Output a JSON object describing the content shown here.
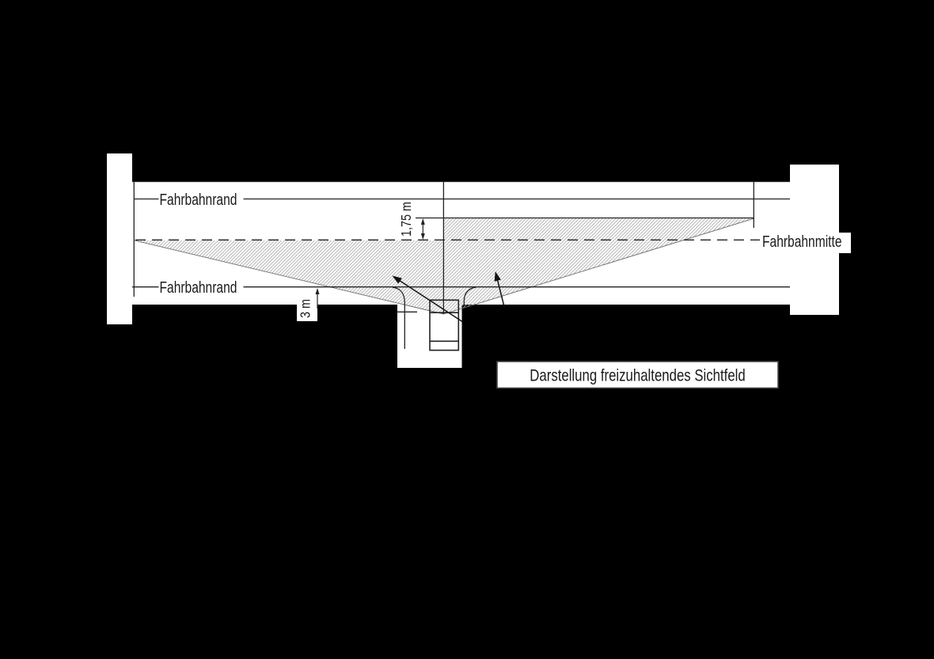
{
  "figure": {
    "title": "Darstellung freizuhaltendes Sichtfeld",
    "labels": {
      "road_edge_top": "Fahrbahnrand",
      "road_edge_bottom": "Fahrbahnrand",
      "road_center": "Fahrbahnmitte"
    },
    "dimensions": {
      "center_offset": "1,75 m",
      "edge_offset": "3 m"
    },
    "colors": {
      "background": "#000000",
      "surface": "#ffffff",
      "line": "#222222",
      "sight_line": "#6e6e6e",
      "hatch": "#a9a9a9",
      "text": "#1a1a1a"
    }
  }
}
